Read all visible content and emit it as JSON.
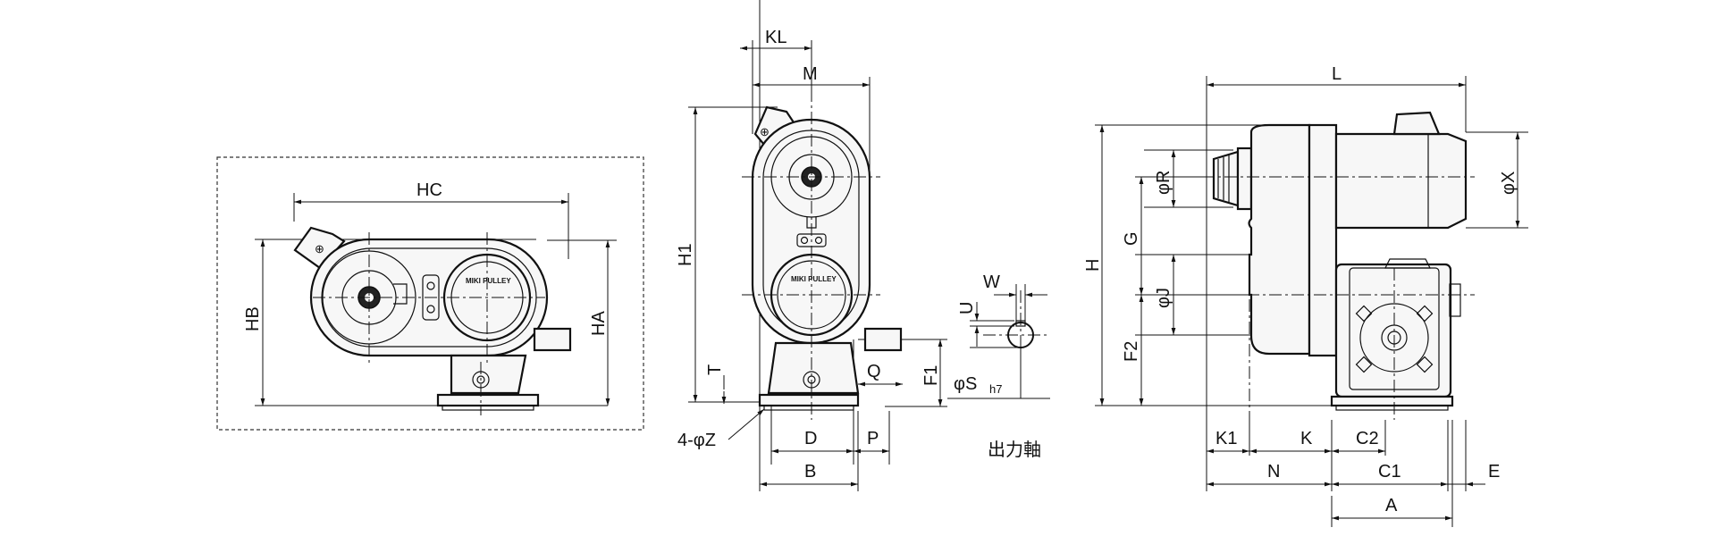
{
  "brand": "MIKI PULLEY",
  "front_view": {
    "dims": {
      "HC": "HC",
      "HB": "HB",
      "HA": "HA"
    }
  },
  "side_view": {
    "dims": {
      "KL": "KL",
      "M": "M",
      "H1": "H1",
      "T": "T",
      "Q": "Q",
      "F1": "F1",
      "D": "D",
      "P": "P",
      "B": "B",
      "hole": "4-φZ"
    }
  },
  "shaft_detail": {
    "dims": {
      "W": "W",
      "U": "U",
      "S": "φS",
      "fit": "h7"
    },
    "caption": "出力軸"
  },
  "right_view": {
    "dims": {
      "L": "L",
      "H": "H",
      "R": "φR",
      "G": "G",
      "J": "φJ",
      "F2": "F2",
      "X": "φX",
      "K1": "K1",
      "K": "K",
      "C2": "C2",
      "N": "N",
      "C1": "C1",
      "E": "E",
      "A": "A"
    }
  }
}
